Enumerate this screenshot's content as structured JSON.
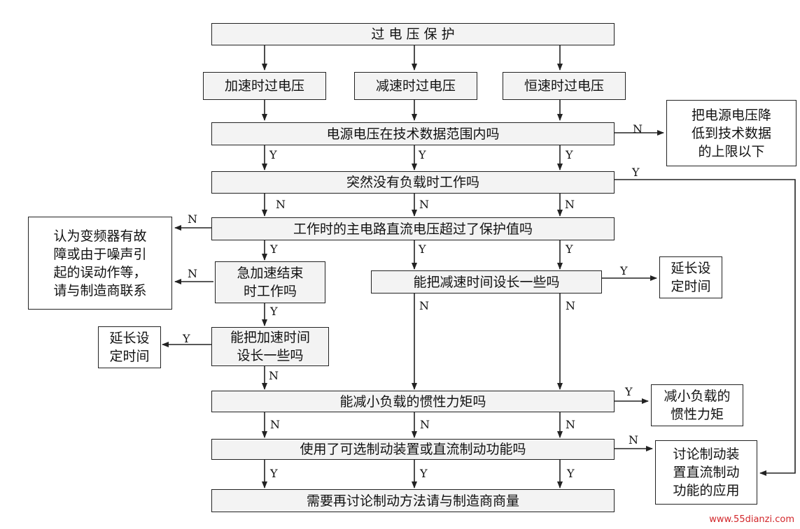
{
  "boxes": {
    "overvoltage": "过 电 压 保 护",
    "accel": "加速时过电压",
    "decel": "减速时过电压",
    "constant": "恒速时过电压",
    "supply_check": "电源电压在技术数据范围内吗",
    "lower_supply": "把电源电压降\n低到技术数据\n的上限以下",
    "sudden_load": "突然没有负载时工作吗",
    "dc_check": "工作时的主电路直流电压超过了保护值吗",
    "malfunction": "认为变频器有故\n障或由于噪声引\n起的误动作等，\n请与制造商联系",
    "sharp_accel": "急加速结束\n时工作吗",
    "decel_time_q": "能把减速时间设长一些吗",
    "extend_right": "延长设\n定时间",
    "accel_time_q": "能把加速时间\n设长一些吗",
    "extend_left": "延长设\n定时间",
    "inertia_q": "能减小负载的惯性力矩吗",
    "reduce_inertia": "减小负载的\n惯性力矩",
    "braking_q": "使用了可选制动装置或直流制动功能吗",
    "braking_apply": "讨论制动装\n置直流制动\n功能的应用",
    "consult": "需要再讨论制动方法请与制造商商量"
  },
  "labels": {
    "yes": "Y",
    "no": "N"
  },
  "watermark": "www.55dianzi.com",
  "colors": {
    "line": "#222222",
    "box_fill": "#f3f3f3",
    "watermark": "#d2262a"
  }
}
